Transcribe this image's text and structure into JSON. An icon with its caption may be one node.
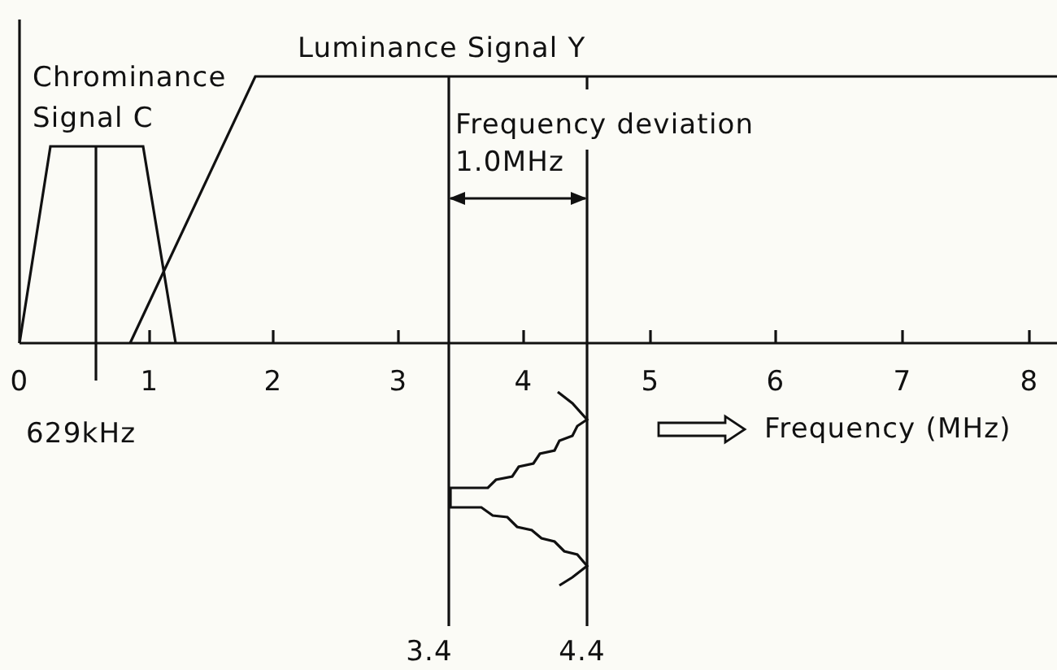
{
  "diagram": {
    "labels": [
      "Luminance Signal Y",
      "Chrominance Signal C",
      "Frequency deviation",
      "1.0MHz",
      "0",
      "1",
      "2",
      "3",
      "4",
      "5",
      "6",
      "7",
      "8",
      "629kHz",
      "Frequency (MHz)",
      "3.4",
      "4.4"
    ]
  }
}
